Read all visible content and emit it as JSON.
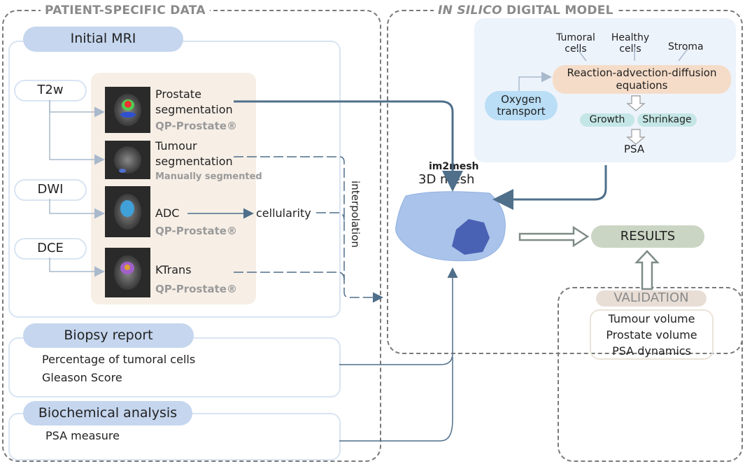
{
  "sections": {
    "patient": "PATIENT-SPECIFIC DATA",
    "model_italic": "IN SILICO",
    "model_rest": " DIGITAL MODEL"
  },
  "mri": {
    "title": "Initial MRI",
    "inputs": [
      "T2w",
      "DWI",
      "DCE"
    ],
    "outputs": [
      {
        "line1": "Prostate",
        "line2": "segmentation",
        "source": "QP-Prostate®"
      },
      {
        "line1": "Tumour",
        "line2": "segmentation",
        "source": "Manually segmented"
      },
      {
        "line1": "ADC",
        "source": "QP-Prostate®"
      },
      {
        "line1": "KTrans",
        "source": "QP-Prostate®"
      }
    ],
    "cellularity": "cellularity",
    "interpolation": "interpolation"
  },
  "biopsy": {
    "title": "Biopsy report",
    "items": [
      "Percentage of tumoral cells",
      "Gleason Score"
    ]
  },
  "biochem": {
    "title": "Biochemical analysis",
    "items": [
      "PSA measure"
    ]
  },
  "model": {
    "species": [
      {
        "l1": "Tumoral",
        "l2": "cells"
      },
      {
        "l1": "Healthy",
        "l2": "cells"
      },
      {
        "l1": "Stroma"
      }
    ],
    "equations": {
      "l1": "Reaction-advection-diffusion",
      "l2": "equations"
    },
    "oxygen": {
      "l1": "Oxygen",
      "l2": "transport"
    },
    "growth": "Growth",
    "shrinkage": "Shrinkage",
    "psa": "PSA"
  },
  "mesh": {
    "tool": "im2mesh",
    "label": "3D mesh"
  },
  "results": "RESULTS",
  "validation": {
    "title": "VALIDATION",
    "items": [
      "Tumour volume",
      "Prostate volume",
      "PSA dynamics"
    ]
  },
  "colors": {
    "arrow": "#4f6f8a",
    "light_arrow": "#a9b9cc",
    "mri_pill": "#c5d6ee",
    "beige": "#f7efe6",
    "equations": "#f5dcc8",
    "oxygen": "#b9def5",
    "growth": "#c4e6e6",
    "results": "#cbd5c3",
    "validation": "#e8ded6"
  }
}
